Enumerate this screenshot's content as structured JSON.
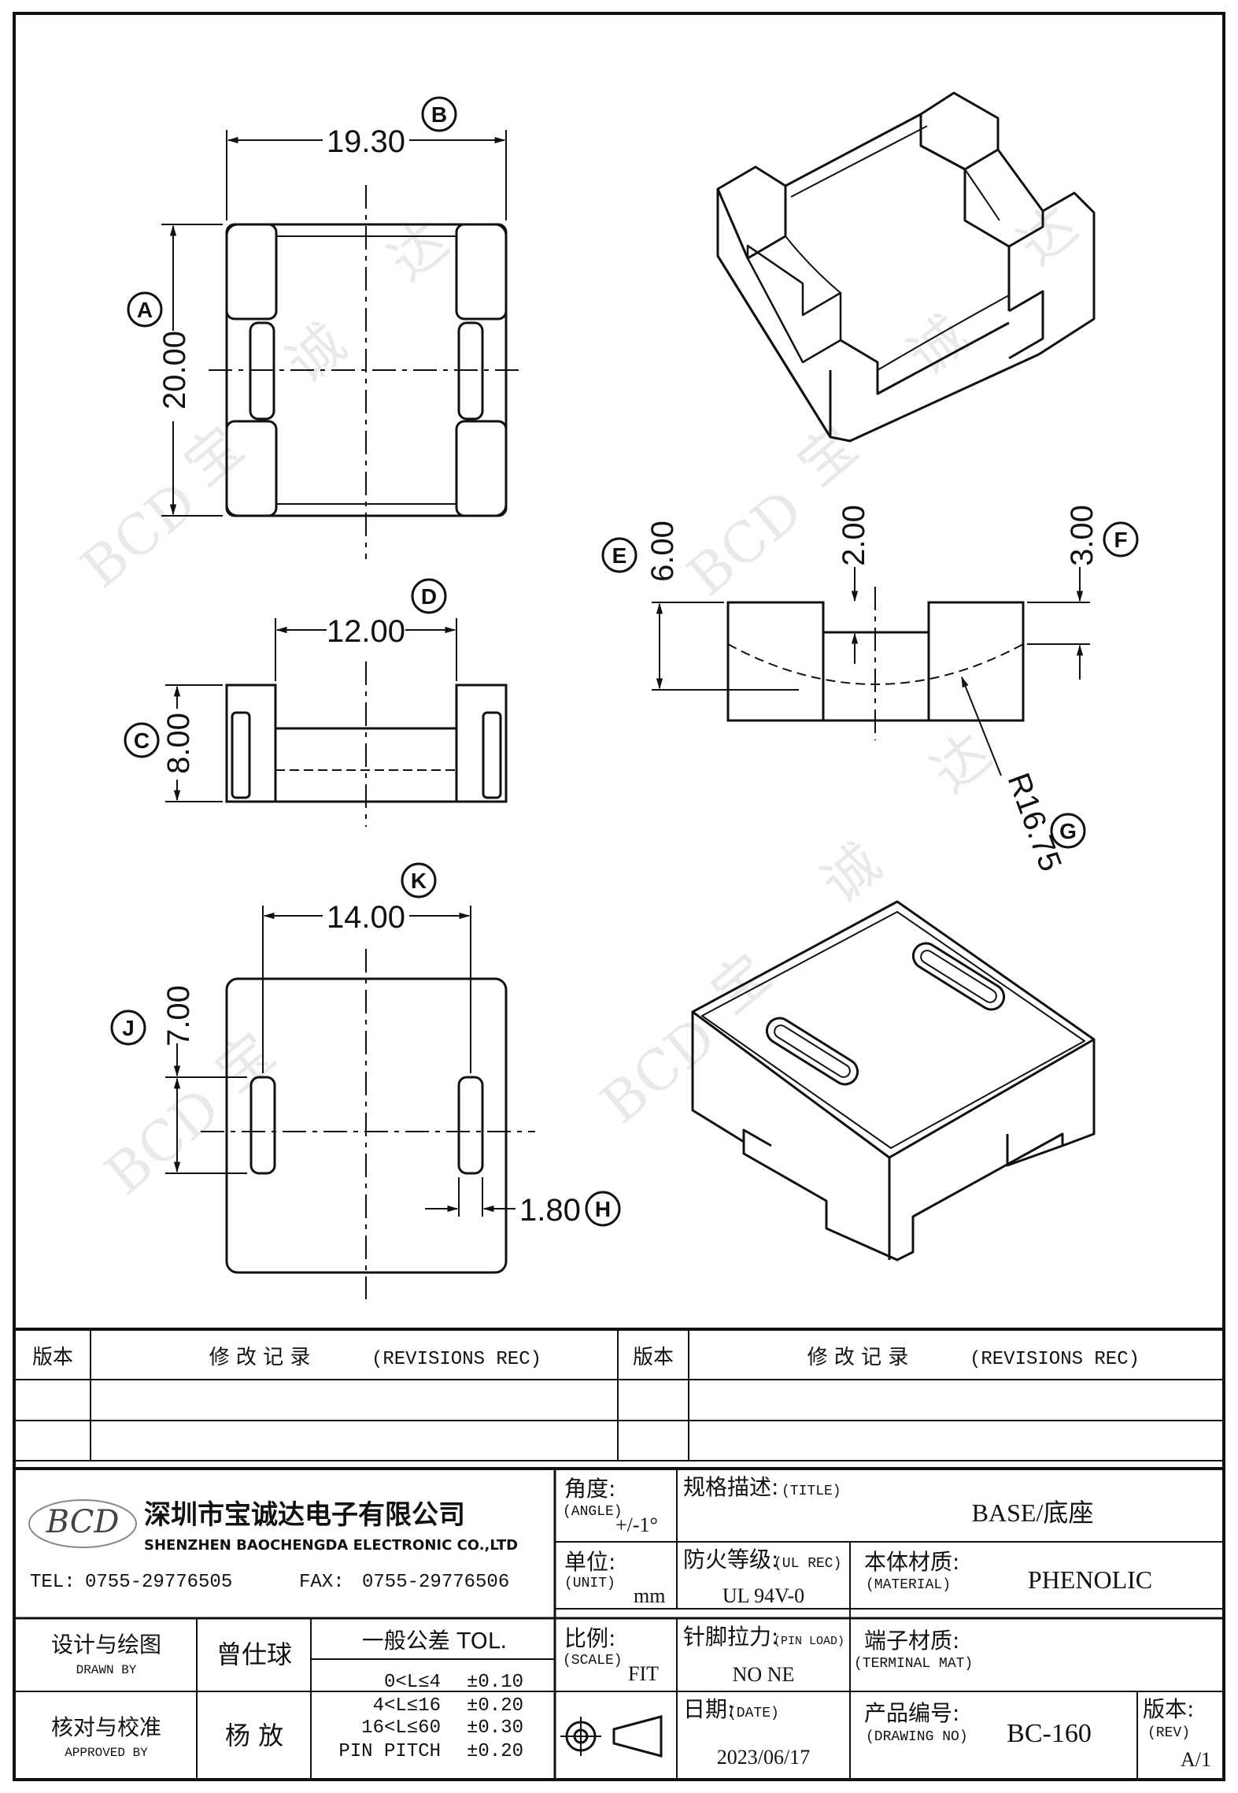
{
  "dimensions": {
    "A": {
      "letter": "A",
      "value": "20.00"
    },
    "B": {
      "letter": "B",
      "value": "19.30"
    },
    "C": {
      "letter": "C",
      "value": "8.00"
    },
    "D": {
      "letter": "D",
      "value": "12.00"
    },
    "E": {
      "letter": "E",
      "value": "6.00"
    },
    "E2": {
      "value": "2.00"
    },
    "F": {
      "letter": "F",
      "value": "3.00"
    },
    "G": {
      "letter": "G",
      "value": "R16.75"
    },
    "H": {
      "letter": "H",
      "value": "1.80"
    },
    "J": {
      "letter": "J",
      "value": "7.00"
    },
    "K": {
      "letter": "K",
      "value": "14.00"
    }
  },
  "watermark": {
    "text": "BCD宝诚达",
    "items": [
      "BCD",
      "宝",
      "诚",
      "达"
    ]
  },
  "revisions": {
    "version_header": "版本",
    "record_header": "修 改 记 录",
    "record_header_en": "(REVISIONS REC)"
  },
  "company": {
    "logo": "BCD",
    "name_cn": "深圳市宝诚达电子有限公司",
    "name_en": "SHENZHEN BAOCHENGDA ELECTRONIC CO.,LTD",
    "tel_label": "TEL:",
    "tel": "0755-29776505",
    "fax_label": "FAX:",
    "fax": "0755-29776506"
  },
  "title_block": {
    "angle_label": "角度:",
    "angle_label_en": "(ANGLE)",
    "angle_value": "+/-1°",
    "title_label": "规格描述:",
    "title_label_en": "(TITLE)",
    "title_value": "BASE/底座",
    "unit_label": "单位:",
    "unit_label_en": "(UNIT)",
    "unit_value": "mm",
    "ul_label": "防火等级:",
    "ul_label_en": "(UL REC)",
    "ul_value": "UL 94V-0",
    "material_label": "本体材质:",
    "material_label_en": "(MATERIAL)",
    "material_value": "PHENOLIC",
    "drawn_label": "设计与绘图",
    "drawn_label_en": "DRAWN BY",
    "drawn_value": "曾仕球",
    "approved_label": "核对与校准",
    "approved_label_en": "APPROVED BY",
    "approved_value": "杨 放",
    "tol_header": "一般公差 TOL.",
    "tol_rows": [
      {
        "range": "0<L≤4",
        "value": "±0.10"
      },
      {
        "range": "4<L≤16",
        "value": "±0.20"
      },
      {
        "range": "16<L≤60",
        "value": "±0.30"
      },
      {
        "range": "PIN PITCH",
        "value": "±0.20"
      }
    ],
    "scale_label": "比例:",
    "scale_label_en": "(SCALE)",
    "scale_value": "FIT",
    "pin_label": "针脚拉力:",
    "pin_label_en": "(PIN LOAD)",
    "pin_value": "NO NE",
    "terminal_label": "端子材质:",
    "terminal_label_en": "(TERMINAL MAT)",
    "date_label": "日期:",
    "date_label_en": "(DATE)",
    "date_value": "2023/06/17",
    "drawing_no_label": "产品编号:",
    "drawing_no_label_en": "(DRAWING NO)",
    "drawing_no_value": "BC-160",
    "rev_label": "版本:",
    "rev_label_en": "(REV)",
    "rev_value": "A/1"
  }
}
